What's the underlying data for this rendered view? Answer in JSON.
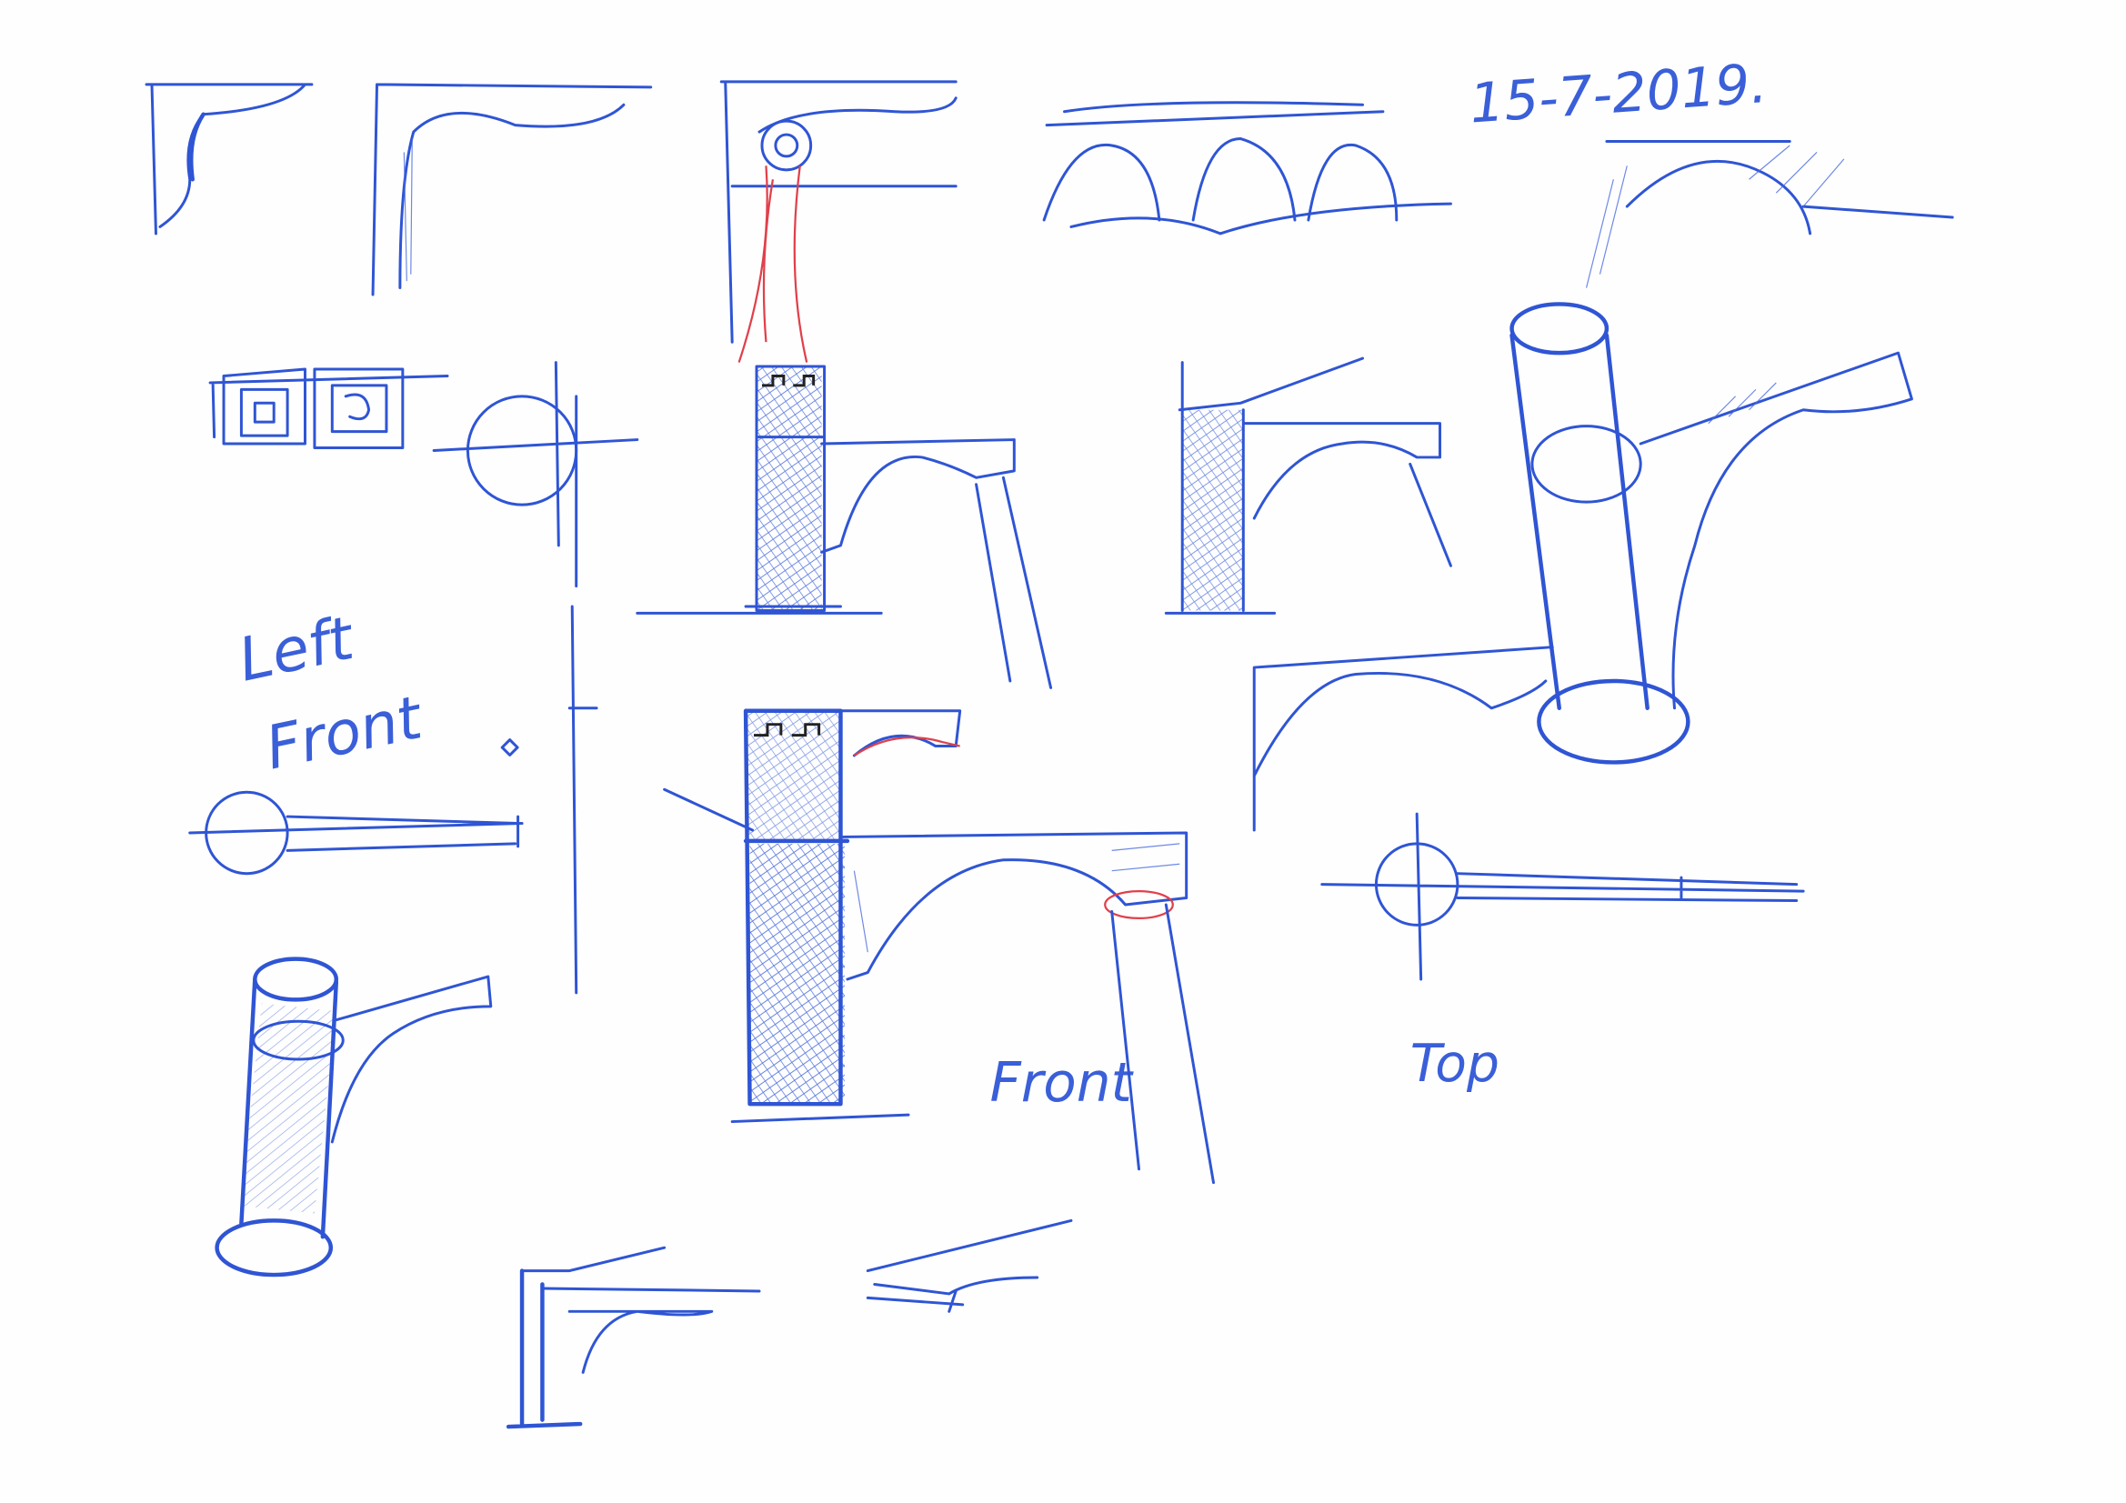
{
  "sketch": {
    "date": "15-7-2019.",
    "labels": {
      "left": "Left",
      "front_side": "Front",
      "front_view": "Front",
      "top_view": "Top"
    },
    "colors": {
      "ink": "#2f55d4",
      "red_pencil": "#e0404a",
      "paper": "#fefefe"
    }
  }
}
